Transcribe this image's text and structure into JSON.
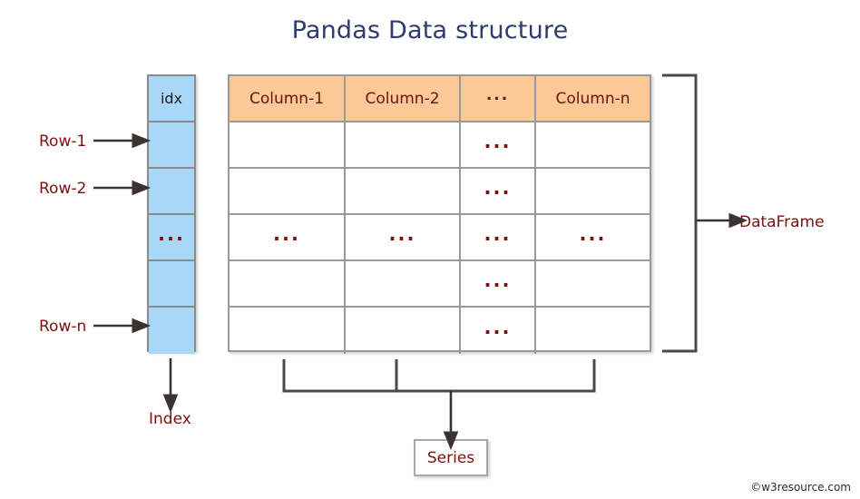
{
  "title": "Pandas Data structure",
  "index_column": {
    "header": "idx",
    "cells": [
      "idx",
      "",
      "",
      "...",
      "",
      ""
    ],
    "fill_color": "#a8d7f7",
    "border_color": "#8a8a8a"
  },
  "table": {
    "header": [
      "Column-1",
      "Column-2",
      "...",
      "Column-n"
    ],
    "header_fill": "#fac995",
    "rows": [
      [
        "",
        "",
        "...",
        ""
      ],
      [
        "",
        "",
        "...",
        ""
      ],
      [
        "...",
        "...",
        "...",
        "..."
      ],
      [
        "",
        "",
        "...",
        ""
      ],
      [
        "",
        "",
        "...",
        ""
      ]
    ]
  },
  "row_labels": [
    {
      "text": "Row-1"
    },
    {
      "text": "Row-2"
    },
    {
      "text": "Row-n"
    }
  ],
  "annotations": {
    "dataframe": "DataFrame",
    "index": "Index",
    "series": "Series"
  },
  "colors": {
    "title": "#2e3b6e",
    "text_maroon": "#7b1111",
    "arrow": "#3a3330",
    "bracket": "#4a4a4a"
  },
  "watermark": "©w3resource.com"
}
